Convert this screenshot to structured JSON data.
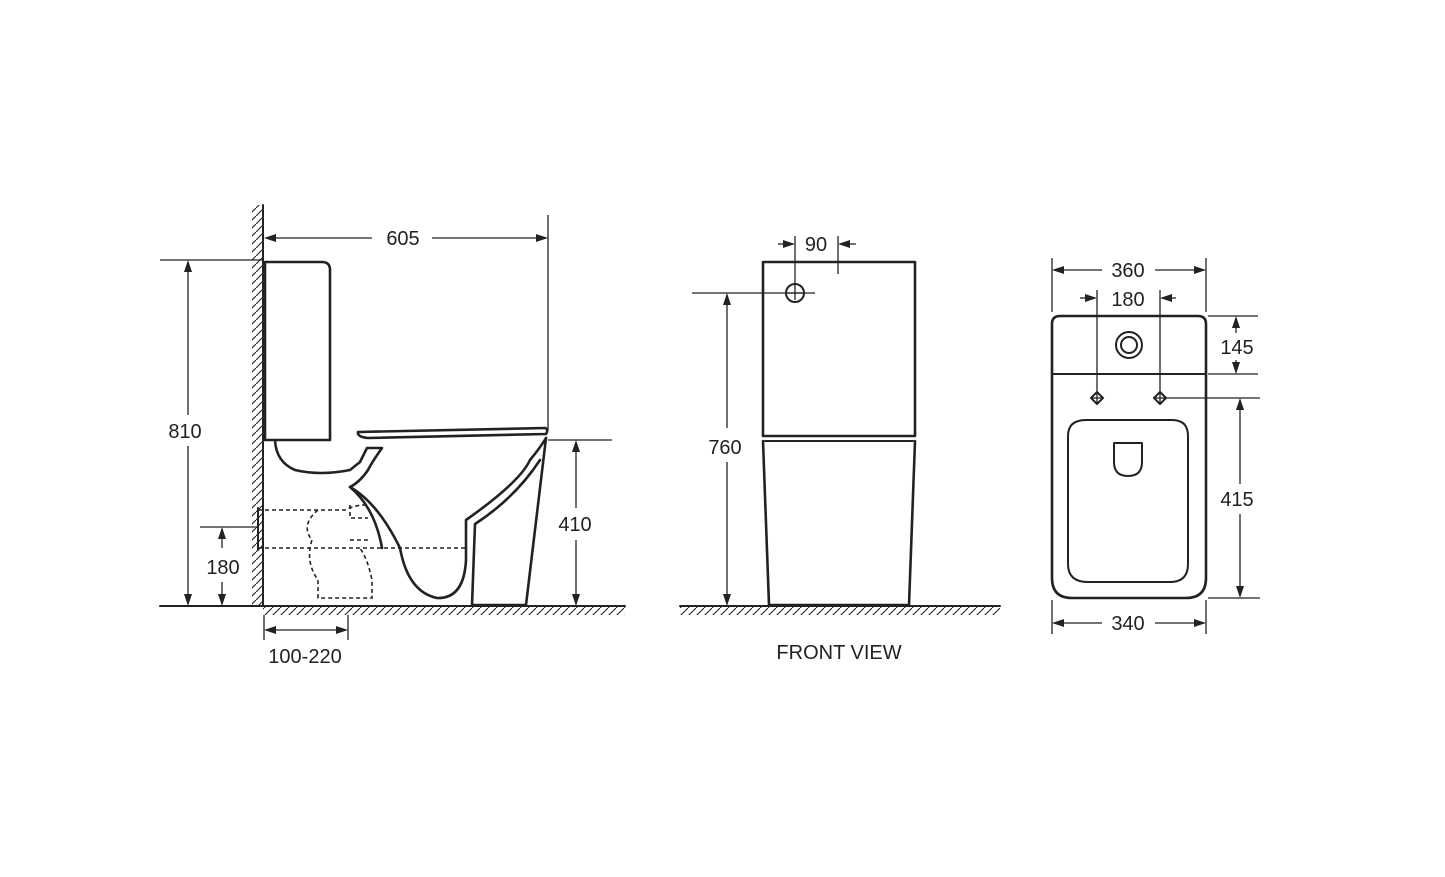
{
  "side_view": {
    "overall_depth": "605",
    "overall_height": "810",
    "seat_height": "410",
    "outlet_height": "180",
    "wall_setback": "100-220"
  },
  "front_view": {
    "caption": "FRONT VIEW",
    "button_offset": "90",
    "button_height": "760"
  },
  "top_view": {
    "tank_width": "360",
    "bolt_spacing": "180",
    "tank_depth": "145",
    "bowl_depth": "415",
    "bowl_width": "340"
  },
  "colors": {
    "line": "#222222",
    "background": "#ffffff"
  }
}
